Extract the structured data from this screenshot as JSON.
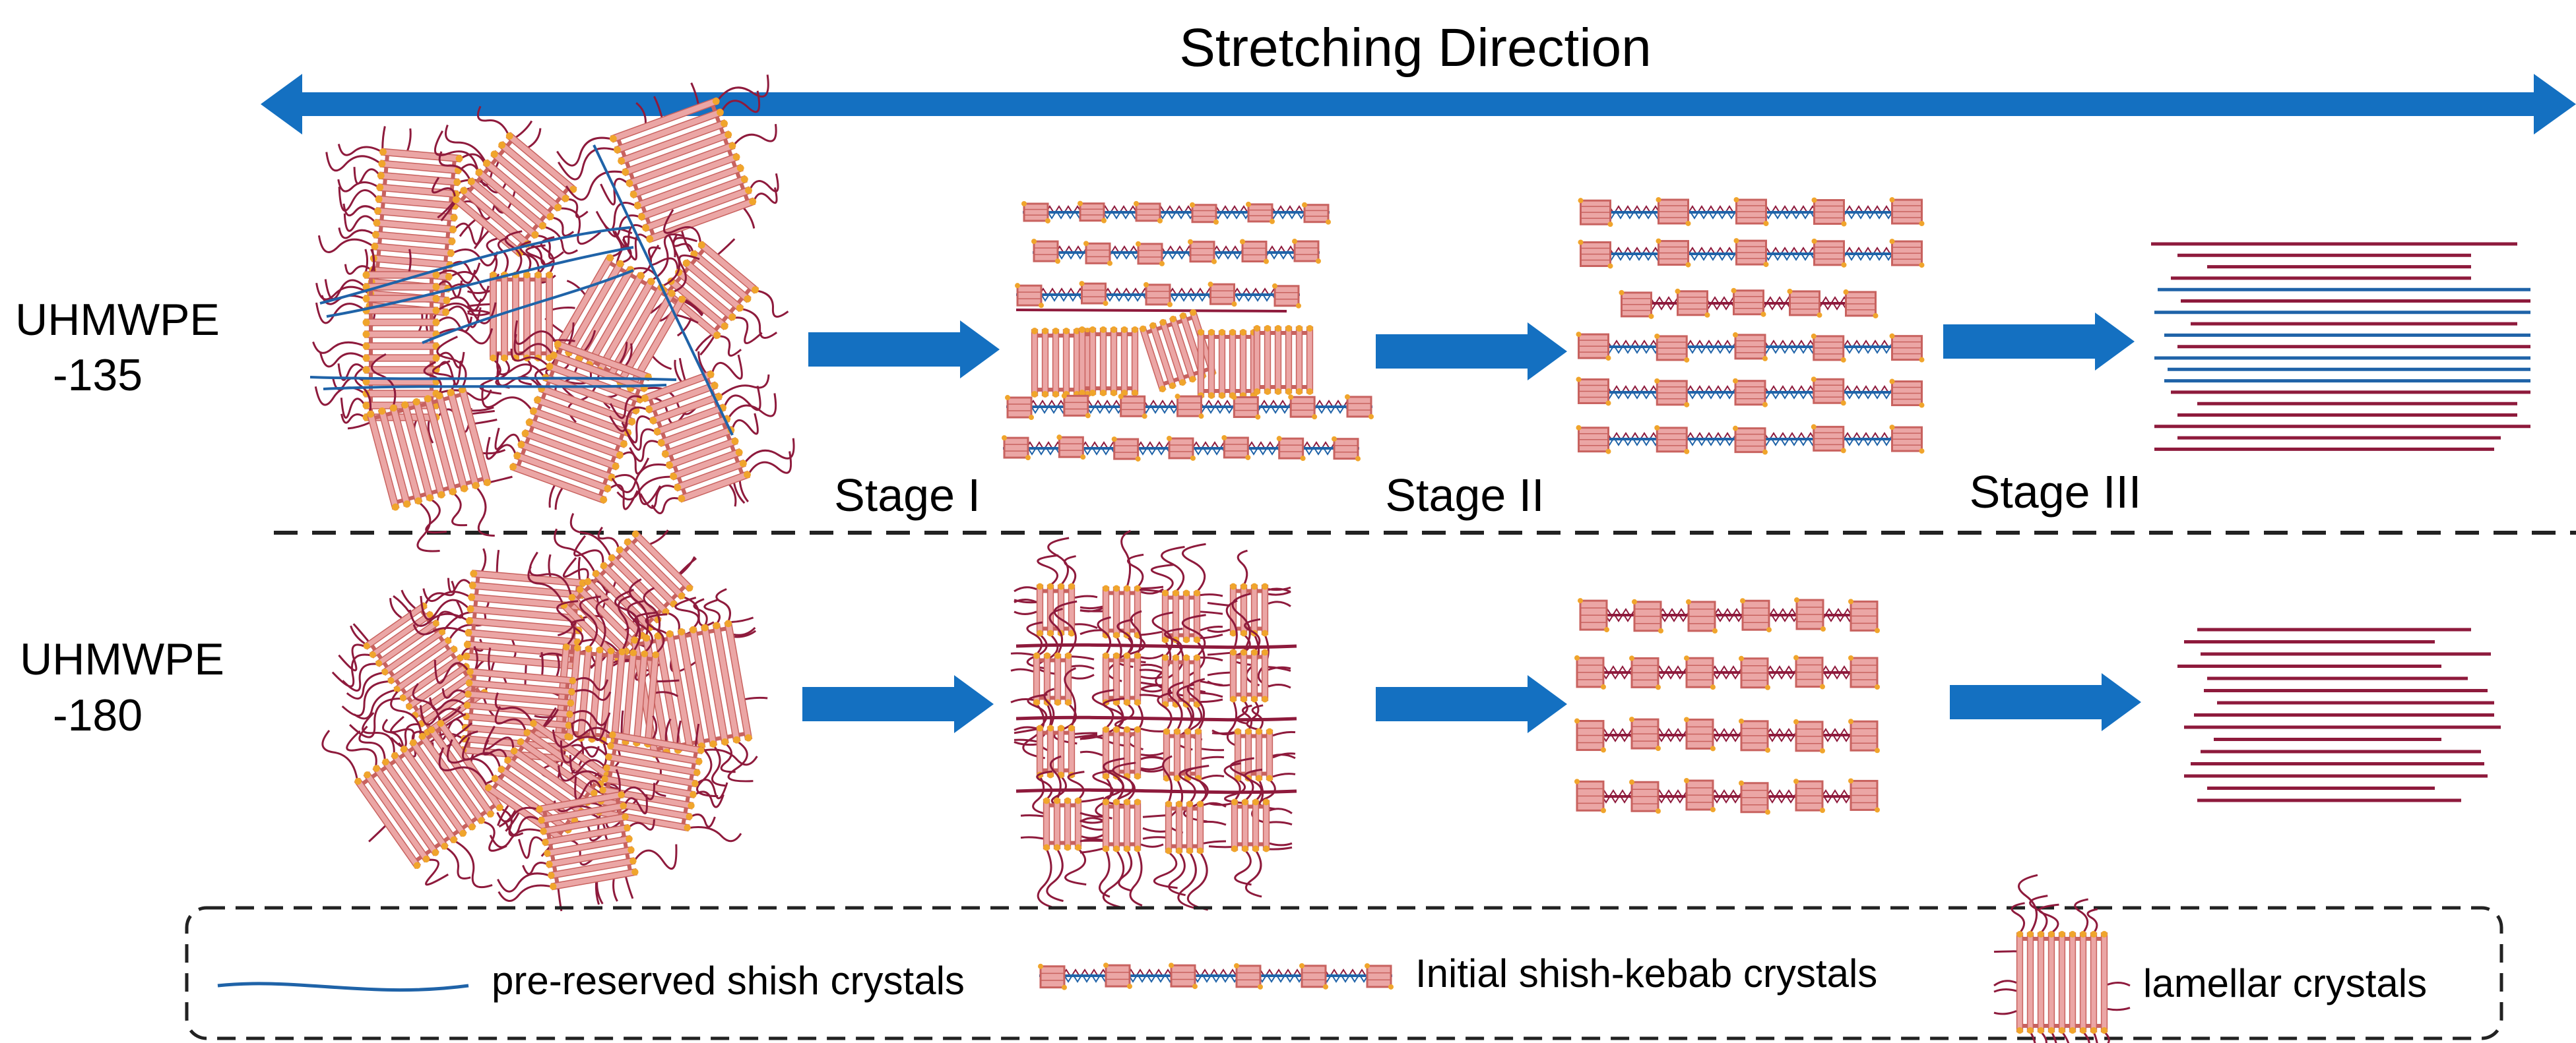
{
  "title": "Stretching Direction",
  "rows": [
    {
      "line1": "UHMWPE",
      "line2": "-135"
    },
    {
      "line1": "UHMWPE",
      "line2": "-180"
    }
  ],
  "stages": [
    "Stage I",
    "Stage II",
    "Stage III"
  ],
  "legend": {
    "shish": "pre-reserved shish crystals",
    "shish_kebab": "Initial shish-kebab crystals",
    "lamellar": "lamellar crystals"
  },
  "colors": {
    "arrow": "#1470C1",
    "shish": "#1F63A8",
    "lamella_fill": "#EBA6A5",
    "lamella_stroke": "#C8625F",
    "tie_chain": "#8E1A3C",
    "bead": "#F0A52C",
    "dashes": "#222222"
  }
}
